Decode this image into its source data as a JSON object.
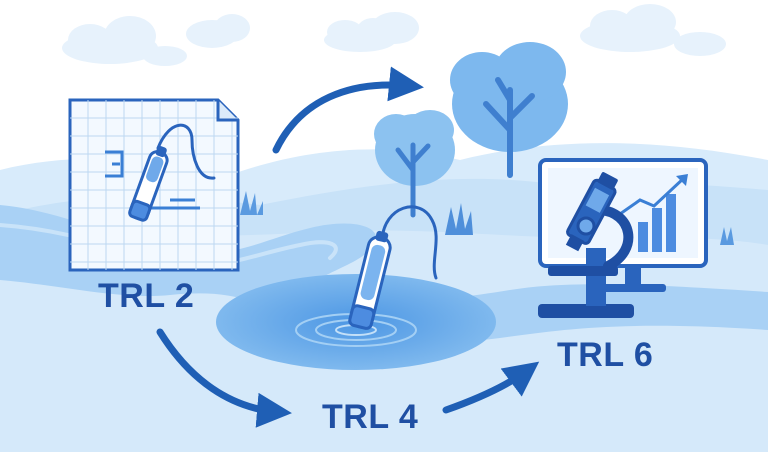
{
  "stages": [
    {
      "id": "trl2",
      "label": "TRL 2",
      "icon": "blueprint-sensor-icon"
    },
    {
      "id": "trl4",
      "label": "TRL 4",
      "icon": "sensor-in-pond-icon"
    },
    {
      "id": "trl6",
      "label": "TRL 6",
      "icon": "microscope-monitor-icon"
    }
  ],
  "colors": {
    "dark_blue": "#1f4fa3",
    "mid_blue": "#3a7fd5",
    "light_blue": "#bcdcf7",
    "pale_blue": "#e3f1fc",
    "water_blue": "#6fb1ec"
  }
}
